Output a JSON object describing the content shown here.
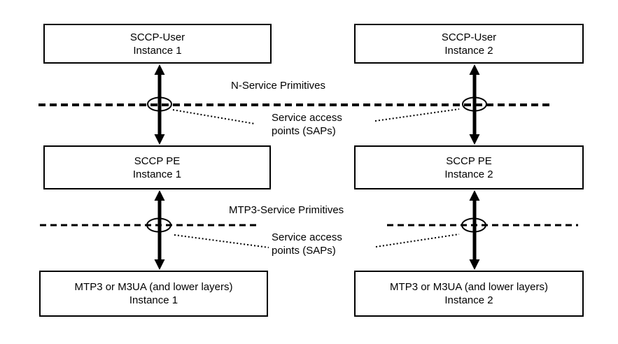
{
  "diagram": {
    "title": "SCCP SAP diagram",
    "colors": {
      "background": "#ffffff",
      "line": "#000000",
      "text": "#000000"
    },
    "boxes": [
      {
        "id": "sccp-user-1",
        "line1": "SCCP-User",
        "line2": "Instance 1"
      },
      {
        "id": "sccp-user-2",
        "line1": "SCCP-User",
        "line2": "Instance 2"
      },
      {
        "id": "sccp-pe-1",
        "line1": "SCCP PE",
        "line2": "Instance 1"
      },
      {
        "id": "sccp-pe-2",
        "line1": "SCCP PE",
        "line2": "Instance 2"
      },
      {
        "id": "mtp3-1",
        "line1": "MTP3 or M3UA (and lower layers)",
        "line2": "Instance 1"
      },
      {
        "id": "mtp3-2",
        "line1": "MTP3 or M3UA (and lower layers)",
        "line2": "Instance 2"
      }
    ],
    "labels": {
      "n_service_primitives": "N-Service Primitives",
      "mtp3_service_primitives": "MTP3-Service Primitives",
      "sap_top": {
        "line1": "Service access",
        "line2": "points (SAPs)"
      },
      "sap_bottom": {
        "line1": "Service access",
        "line2": "points (SAPs)"
      }
    }
  }
}
